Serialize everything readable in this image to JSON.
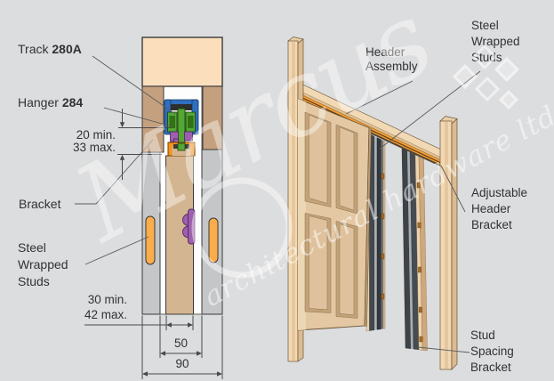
{
  "left_view": {
    "labels": {
      "track_prefix": "Track ",
      "track_code": "280A",
      "hanger_prefix": "Hanger ",
      "hanger_code": "284",
      "bracket": "Bracket",
      "steel_wrapped_studs": [
        "Steel",
        "Wrapped",
        "Studs"
      ],
      "dim_hanger_clearance": [
        "20 min.",
        "33 max."
      ],
      "dim_door_thickness": [
        "30 min.",
        "42 max."
      ],
      "dim_pocket_width": "50",
      "dim_wall_width": "90"
    }
  },
  "right_view": {
    "labels": {
      "header_assembly": [
        "Header",
        "Assembly"
      ],
      "steel_wrapped_studs": [
        "Steel",
        "Wrapped",
        "Studs"
      ],
      "adjustable_header_bracket": [
        "Adjustable",
        "Header",
        "Bracket"
      ],
      "stud_spacing_bracket": [
        "Stud",
        "Spacing",
        "Bracket"
      ]
    }
  },
  "watermark": {
    "script_text": "Marcus",
    "sub_text": "architectural hardware ltd."
  },
  "colors": {
    "background": "#dcddde",
    "header_cream": "#fbdfbc",
    "stud_tan": "#c5a07e",
    "panel_gray": "#c5c6c8",
    "door_slab_tan": "#d4b591",
    "track_blue": "#2e6fc0",
    "hanger_green": "#53a733",
    "bracket_orange": "#f6921e",
    "pull_purple": "#9e5fae",
    "pill_orange": "#fbad4b",
    "timber_light": "#f2d8b4",
    "timber_shade": "#dcbb91",
    "door_face": "#e3c8a3",
    "panel_bevel": "#c4a277",
    "panel_field": "#dfc29d",
    "steel_dark": "#44494e",
    "line": "#48494b"
  }
}
